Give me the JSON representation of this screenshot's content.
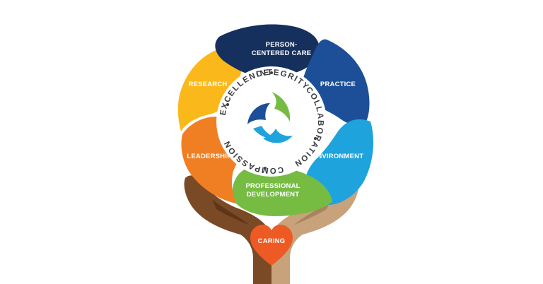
{
  "segments": {
    "person_centered_care": {
      "line1": "PERSON-",
      "line2": "CENTERED CARE",
      "color": "#16305e"
    },
    "practice": {
      "label": "PRACTICE",
      "color": "#1d4f98"
    },
    "environment": {
      "label": "ENVIRONMENT",
      "color": "#1ea3dd"
    },
    "professional_development": {
      "line1": "PROFESSIONAL",
      "line2": "DEVELOPMENT",
      "color": "#76bc43"
    },
    "leadership": {
      "label": "LEADERSHIP",
      "color": "#f07f24"
    },
    "research": {
      "label": "RESEARCH",
      "color": "#fbb81a"
    }
  },
  "values_ring": {
    "integrity": "INTEGRITY",
    "collaboration": "COLLABORATION",
    "compassion": "COMPASSION",
    "excellence": "EXCELLENCE"
  },
  "heart": {
    "label": "CARING",
    "color": "#ee5a24"
  },
  "hands": {
    "left_color": "#7a4a26",
    "right_color": "#c8a27a"
  },
  "logo": {
    "colors": [
      "#76bc43",
      "#1d4f98",
      "#1ea3dd"
    ]
  }
}
